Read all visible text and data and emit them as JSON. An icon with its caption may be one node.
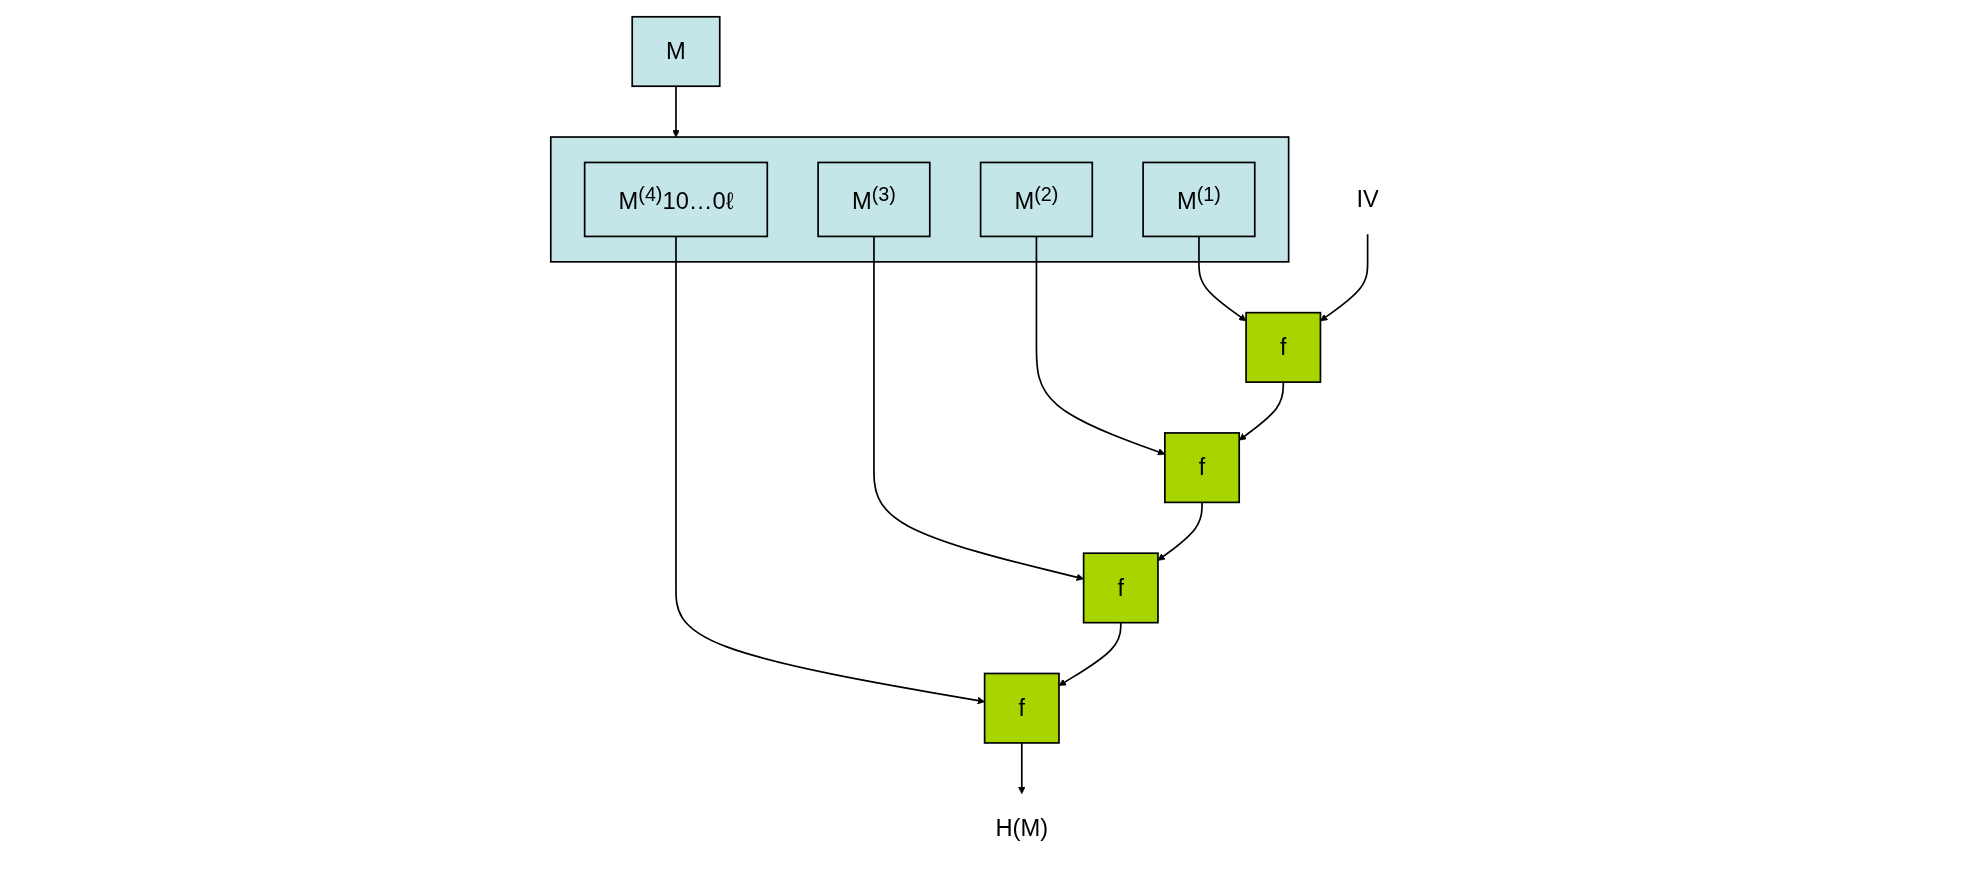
{
  "diagram": {
    "nodes": [
      {
        "text": [
          "M"
        ]
      },
      {
        "text": [],
        "shape": "box"
      },
      {
        "text": [
          "M$^{(1)}$"
        ],
        "in": 1
      },
      {
        "text": [
          "M$^{(2)}$"
        ],
        "in": 1
      },
      {
        "text": [
          "M$^{(3)}$"
        ],
        "in": 1
      },
      {
        "text": [
          "M$^{(4)}$10…0ℓ"
        ],
        "in": 1
      },
      {
        "text": [
          "IV"
        ]
      },
      {
        "text": [
          "f"
        ]
      },
      {
        "text": [
          "f"
        ]
      },
      {
        "text": [
          "f"
        ]
      },
      {
        "text": [
          "f"
        ]
      },
      {
        "text": [
          "H(M)"
        ]
      }
    ],
    "edges": [
      {
        "from": 0,
        "to": 1,
        "arrow": "to"
      },
      {
        "from": 2,
        "to": 7,
        "arrow": "to"
      },
      {
        "from": 3,
        "to": 8,
        "arrow": "to"
      },
      {
        "from": 4,
        "to": 9,
        "arrow": "to"
      },
      {
        "from": 5,
        "to": 10,
        "arrow": "to"
      },
      {
        "from": 6,
        "to": 7,
        "arrow": "to"
      },
      {
        "from": 7,
        "to": 8,
        "arrow": "to"
      },
      {
        "from": 8,
        "to": 9,
        "arrow": "to"
      },
      {
        "from": 9,
        "to": 10,
        "arrow": "to"
      },
      {
        "from": 10,
        "to": 11,
        "arrow": "to"
      }
    ]
  }
}
